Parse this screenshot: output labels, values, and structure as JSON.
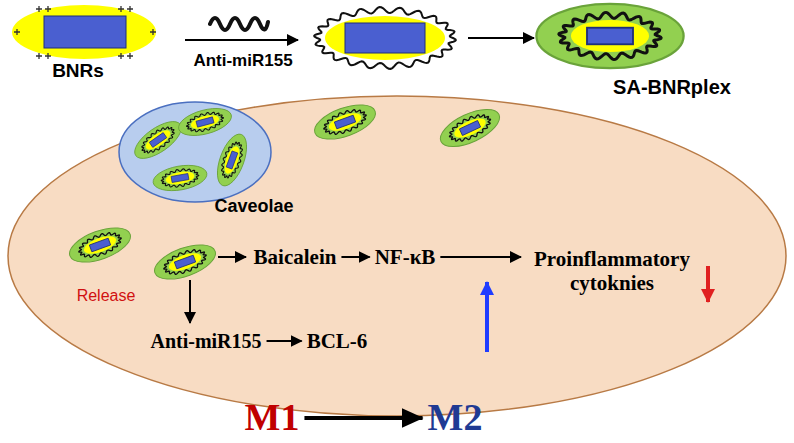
{
  "diagram": {
    "nodes": [
      {
        "text": [
          "BNRs"
        ]
      },
      {
        "text": [
          "SA-BNRplex"
        ]
      },
      {
        "text": [
          "Baicalein"
        ]
      },
      {
        "text": [
          "NF-κB"
        ]
      },
      {
        "text": [
          "Proinflammatory cytoknies"
        ]
      },
      {
        "text": [
          "Anti-miR155"
        ]
      },
      {
        "text": [
          "BCL-6"
        ]
      },
      {
        "text": [
          "M1"
        ]
      },
      {
        "text": [
          "M2"
        ]
      }
    ],
    "edges": [
      {
        "from": 2,
        "to": 3,
        "arrow": "to"
      },
      {
        "from": 3,
        "to": 4,
        "arrow": "to"
      },
      {
        "from": 5,
        "to": 6,
        "arrow": "to"
      },
      {
        "from": 7,
        "to": 8,
        "arrow": "to"
      }
    ],
    "labels": [
      "Anti-miR155",
      "Release",
      "Caveolae"
    ]
  }
}
